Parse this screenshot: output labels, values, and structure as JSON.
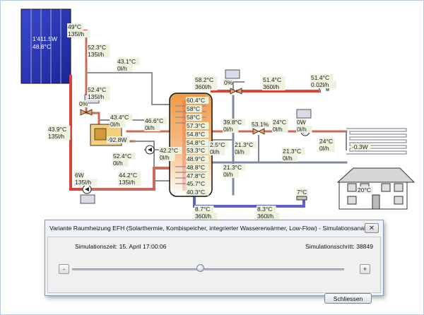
{
  "diagram": {
    "labels": [
      {
        "id": "collector-power",
        "text": "1'411.5W"
      },
      {
        "id": "collector-temp",
        "text": "48.8°C"
      },
      {
        "id": "solar-out-temp",
        "text": "49°C"
      },
      {
        "id": "solar-out-flow",
        "text": "135l/h"
      },
      {
        "id": "solar-mid-temp",
        "text": "52.3°C"
      },
      {
        "id": "solar-mid-flow",
        "text": "135l/h"
      },
      {
        "id": "bypass-temp",
        "text": "43.1°C"
      },
      {
        "id": "bypass-flow",
        "text": "0l/h"
      },
      {
        "id": "solar-return-temp",
        "text": "43.9°C"
      },
      {
        "id": "solar-return-flow",
        "text": "135l/h"
      },
      {
        "id": "left-loop-temp",
        "text": "52.4°C"
      },
      {
        "id": "left-loop-flow",
        "text": "135l/h"
      },
      {
        "id": "valve-left-pct",
        "text": "0%"
      },
      {
        "id": "boiler-top-temp",
        "text": "43.4°C"
      },
      {
        "id": "boiler-top-flow",
        "text": "0l/h"
      },
      {
        "id": "boiler-side-temp",
        "text": "46.6°C"
      },
      {
        "id": "boiler-side-flow",
        "text": "0l/h"
      },
      {
        "id": "boiler-power",
        "text": "-92.8W"
      },
      {
        "id": "boiler-low-temp",
        "text": "52.4°C"
      },
      {
        "id": "boiler-low-flow",
        "text": "0l/h"
      },
      {
        "id": "coil-out-temp",
        "text": "42.2°C"
      },
      {
        "id": "coil-out-flow",
        "text": "0l/h"
      },
      {
        "id": "pump-bottom-power",
        "text": "6W"
      },
      {
        "id": "pump-bottom-flow",
        "text": "135l/h"
      },
      {
        "id": "return-bottom-temp",
        "text": "44.2°C"
      },
      {
        "id": "return-bottom-flow",
        "text": "135l/h"
      },
      {
        "id": "tank-t1",
        "text": "60.4°C"
      },
      {
        "id": "tank-t2",
        "text": "58°C"
      },
      {
        "id": "tank-t3",
        "text": "58°C"
      },
      {
        "id": "tank-t4",
        "text": "57.3°C"
      },
      {
        "id": "tank-t5",
        "text": "54.8°C"
      },
      {
        "id": "tank-t6",
        "text": "54.8°C"
      },
      {
        "id": "tank-t7",
        "text": "53.3°C"
      },
      {
        "id": "tank-t8",
        "text": "48.9°C"
      },
      {
        "id": "tank-t9",
        "text": "48.8°C"
      },
      {
        "id": "tank-t10",
        "text": "47.8°C"
      },
      {
        "id": "tank-t11",
        "text": "45.7°C"
      },
      {
        "id": "tank-t12",
        "text": "40.3°C"
      },
      {
        "id": "tank-mid-label",
        "text": "2.5°C"
      },
      {
        "id": "tank-mid-flow",
        "text": "0l/h"
      },
      {
        "id": "dhw-top-temp",
        "text": "58.2°C"
      },
      {
        "id": "dhw-top-flow",
        "text": "360l/h"
      },
      {
        "id": "valve-top-pct",
        "text": "0%"
      },
      {
        "id": "dhw-mix-temp",
        "text": "51.4°C"
      },
      {
        "id": "dhw-mix-flow",
        "text": "360l/h"
      },
      {
        "id": "tap-temp",
        "text": "51.4°C"
      },
      {
        "id": "tap-flow",
        "text": "0.02l/h"
      },
      {
        "id": "heat-a-temp",
        "text": "39.8°C"
      },
      {
        "id": "heat-a-flow",
        "text": "0l/h"
      },
      {
        "id": "valve-heat-pct",
        "text": "53.1%"
      },
      {
        "id": "heat-b-temp",
        "text": "24°C"
      },
      {
        "id": "heat-b-flow",
        "text": "0l/h"
      },
      {
        "id": "heat-pump-power",
        "text": "0W"
      },
      {
        "id": "heat-pump-flow",
        "text": "0l/h"
      },
      {
        "id": "floor-temp",
        "text": "24°C"
      },
      {
        "id": "floor-flow",
        "text": "0l/h"
      },
      {
        "id": "floor-power",
        "text": "-0.3W"
      },
      {
        "id": "heat-ret-mid-temp",
        "text": "21.3°C"
      },
      {
        "id": "heat-ret-mid-flow",
        "text": "0l/h"
      },
      {
        "id": "heat-ret-right-temp",
        "text": "21.3°C"
      },
      {
        "id": "heat-ret-right-flow",
        "text": "0l/h"
      },
      {
        "id": "heat-ret-low-temp",
        "text": "21.3°C"
      },
      {
        "id": "heat-ret-low-flow",
        "text": "0l/h"
      },
      {
        "id": "room-temp",
        "text": "20°C"
      },
      {
        "id": "outside-temp",
        "text": "7°C"
      },
      {
        "id": "cold-in-temp",
        "text": "8.7°C"
      },
      {
        "id": "cold-in-flow",
        "text": "360l/h"
      },
      {
        "id": "cold-right-temp",
        "text": "8.3°C"
      },
      {
        "id": "cold-right-flow",
        "text": "360l/h"
      }
    ]
  },
  "dialog": {
    "title": "Variante Raumheizung EFH (Solarthermie, Kombispeicher, integrierter Wassererwärmer, Low-Flow) - Simulationsanalyse",
    "close_glyph": "✕",
    "sim_time_label": "Simulationszeit: 15. April  17:00:06",
    "sim_step_label": "Simulationsschritt: 38849",
    "minus_label": "-",
    "plus_label": "+",
    "slider_fraction": 0.47,
    "close_button_label": "Schliessen"
  },
  "colors": {
    "pipe_hot": "#d9443a",
    "pipe_warm": "#c96a5a",
    "pipe_cold": "#7f88a3",
    "pipe_cool_blue": "#5a64c8",
    "tank_fill": "#f3a75a",
    "label_bg": "#eef3e0",
    "collector_blue": "#2433b6"
  }
}
